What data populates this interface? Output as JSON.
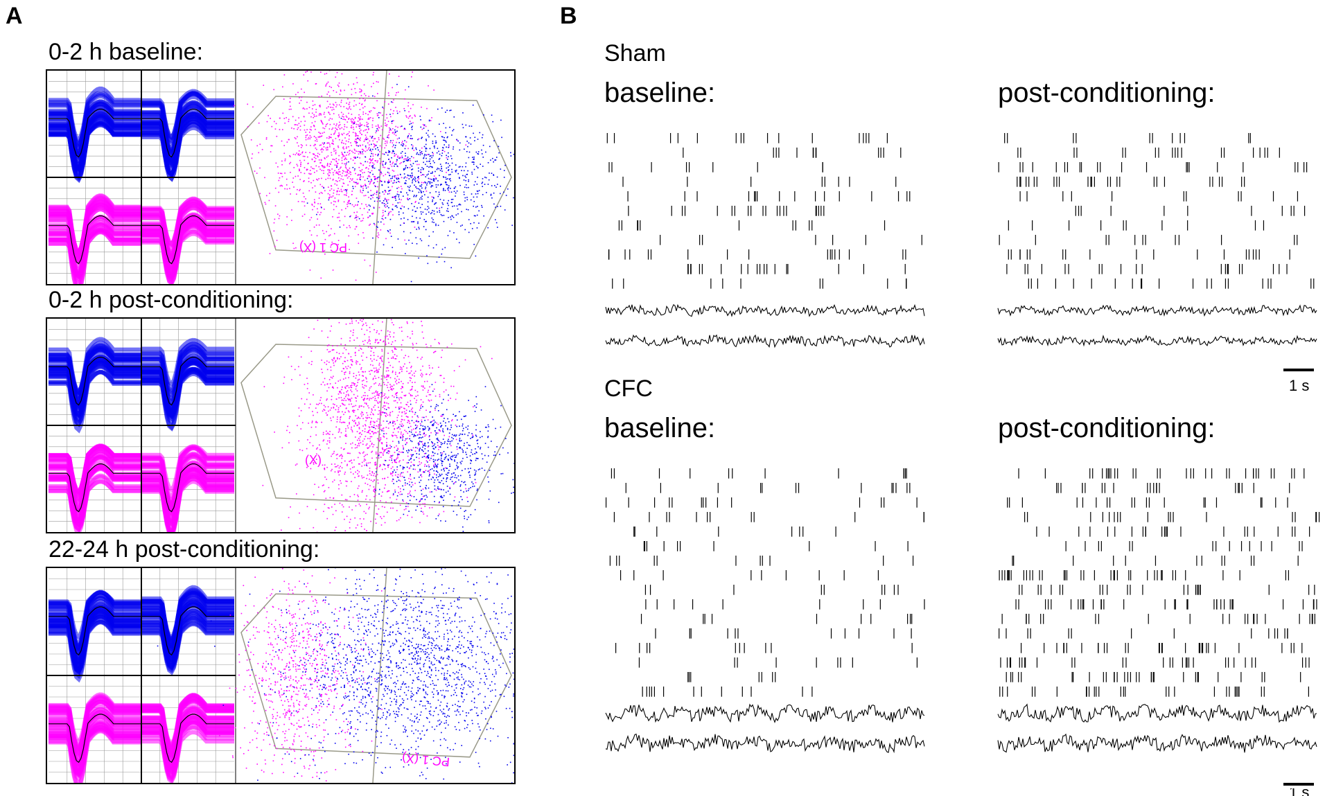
{
  "panel_a": {
    "letter": "A",
    "sessions": [
      {
        "label": "0-2 h baseline:",
        "scatter_axis_label": "PC 1 (X)"
      },
      {
        "label": "0-2 h post-conditioning:",
        "scatter_axis_label": "(X)"
      },
      {
        "label": "22-24 h post-conditioning:",
        "scatter_axis_label": "PC 1 (X)"
      }
    ],
    "colors": {
      "unit_1": "#0000ee",
      "unit_2": "#ff00ff"
    }
  },
  "panel_b": {
    "letter": "B",
    "groups": [
      {
        "name": "Sham",
        "baseline_label": "baseline:",
        "post_label": "post-conditioning:"
      },
      {
        "name": "CFC",
        "baseline_label": "baseline:",
        "post_label": "post-conditioning:"
      }
    ],
    "scale_bar_label": "1 s"
  }
}
